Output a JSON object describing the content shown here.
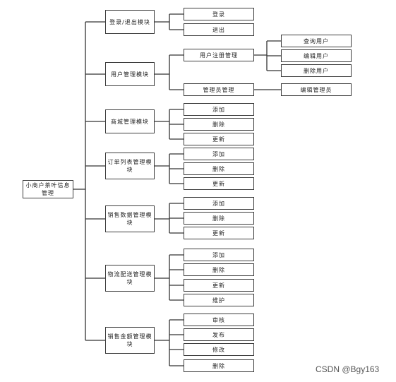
{
  "root": {
    "label": "小商户茶叶信息管理"
  },
  "modules": {
    "login": {
      "label": "登录/退出模块",
      "children": [
        "登录",
        "退出"
      ]
    },
    "user": {
      "label": "用户管理模块",
      "register": {
        "label": "用户注册管理",
        "children": [
          "查询用户",
          "编辑用户",
          "删除用户"
        ]
      },
      "admin": {
        "label": "管理员管理",
        "children": [
          "编辑管理员"
        ]
      }
    },
    "mall": {
      "label": "商城管理模块",
      "children": [
        "添加",
        "删除",
        "更新"
      ]
    },
    "order": {
      "label": "订单列表管理模块",
      "children": [
        "添加",
        "删除",
        "更新"
      ]
    },
    "sales": {
      "label": "销售数据管理模块",
      "children": [
        "添加",
        "删除",
        "更新"
      ]
    },
    "logistics": {
      "label": "物流配送管理模块",
      "children": [
        "添加",
        "删除",
        "更新",
        "维护"
      ]
    },
    "amount": {
      "label": "销售金额管理模块",
      "children": [
        "审核",
        "发布",
        "修改",
        "删除"
      ]
    }
  },
  "watermark": "CSDN @Bgy163"
}
